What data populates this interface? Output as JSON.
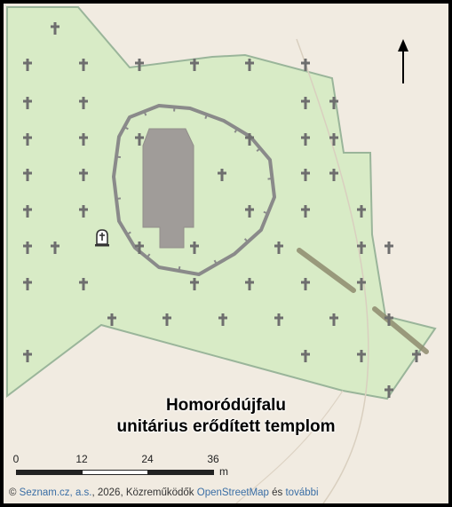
{
  "map": {
    "title_line1": "Homoródújfalu",
    "title_line2": "unitárius erődített templom",
    "north_icon": "north-arrow-icon",
    "cemetery_icon": "tombstone-icon",
    "colors": {
      "background": "#f1ebe1",
      "cemetery_fill": "#d8ebc6",
      "cemetery_border": "#9ab59a",
      "church": "#a09c99",
      "wall": "#8a8a8a",
      "cross": "#6e6e6e",
      "path": "#8f8b6f"
    }
  },
  "scale": {
    "labels": [
      "0",
      "12",
      "24",
      "36"
    ],
    "unit": "m"
  },
  "attribution": {
    "copyright": "© ",
    "seznam": "Seznam.cz, a.s.",
    "year_text": ", 2026, Közreműködők ",
    "osm": "OpenStreetMap",
    "and_text": " és ",
    "more": "további"
  }
}
